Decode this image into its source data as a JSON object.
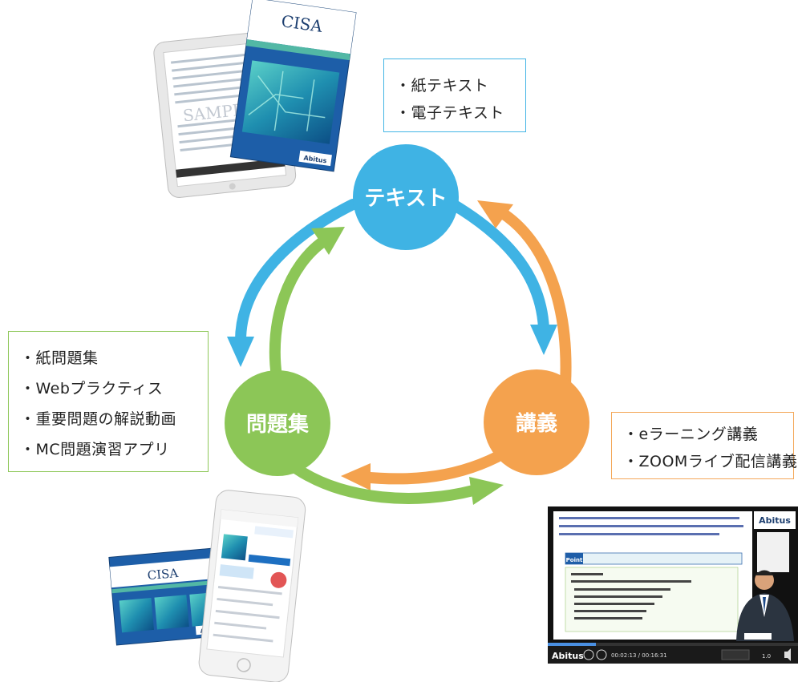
{
  "nodes": {
    "text": {
      "label": "テキスト",
      "color": "#3fb3e4"
    },
    "lecture": {
      "label": "講義",
      "color": "#f4a24e"
    },
    "problems": {
      "label": "問題集",
      "color": "#8cc657"
    }
  },
  "arrow_colors": {
    "blue": "#3fb3e4",
    "orange": "#f4a24e",
    "green": "#8cc657"
  },
  "text_box": {
    "items": [
      "・紙テキスト",
      "・電子テキスト"
    ]
  },
  "problems_box": {
    "items": [
      "・紙問題集",
      "・Webプラクティス",
      "・重要問題の解説動画",
      "・MC問題演習アプリ"
    ]
  },
  "lecture_box": {
    "items": [
      "・eラーニング講義",
      "・ZOOMライブ配信講義"
    ]
  },
  "book": {
    "title": "CISA",
    "publisher": "Abitus",
    "watermark": "SAMPLE"
  },
  "video": {
    "brand": "Abitus",
    "point_label": "Point",
    "time": "00:02:13 / 00:16:31",
    "speed": "1.0"
  }
}
